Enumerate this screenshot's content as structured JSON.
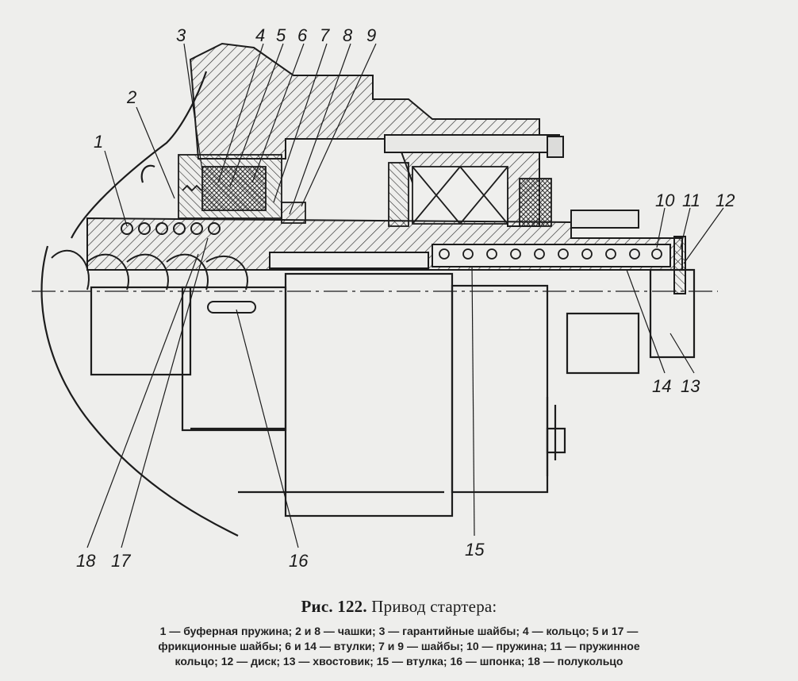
{
  "figure": {
    "caption_prefix": "Рис. 122.",
    "caption_title": "Привод стартера:",
    "legend_line1": "1 — буферная пружина; 2 и 8 — чашки; 3 — гарантийные шайбы; 4 — кольцо; 5 и 17 —",
    "legend_line2": "фрикционные шайбы; 6 и 14 — втулки; 7 и 9 — шайбы; 10 — пружина; 11 — пружинное",
    "legend_line3": "кольцо; 12 — диск; 13 — хвостовик; 15 — втулка; 16 — шпонка; 18 — полукольцо"
  },
  "callouts": {
    "c1": "1",
    "c2": "2",
    "c3": "3",
    "c4": "4",
    "c5": "5",
    "c6": "6",
    "c7": "7",
    "c8": "8",
    "c9": "9",
    "c10": "10",
    "c11": "11",
    "c12": "12",
    "c13": "13",
    "c14": "14",
    "c15": "15",
    "c16": "16",
    "c17": "17",
    "c18": "18"
  },
  "colors": {
    "paper": "#eeeeec",
    "ink": "#1c1c1c",
    "shade": "#cfcfcc"
  }
}
